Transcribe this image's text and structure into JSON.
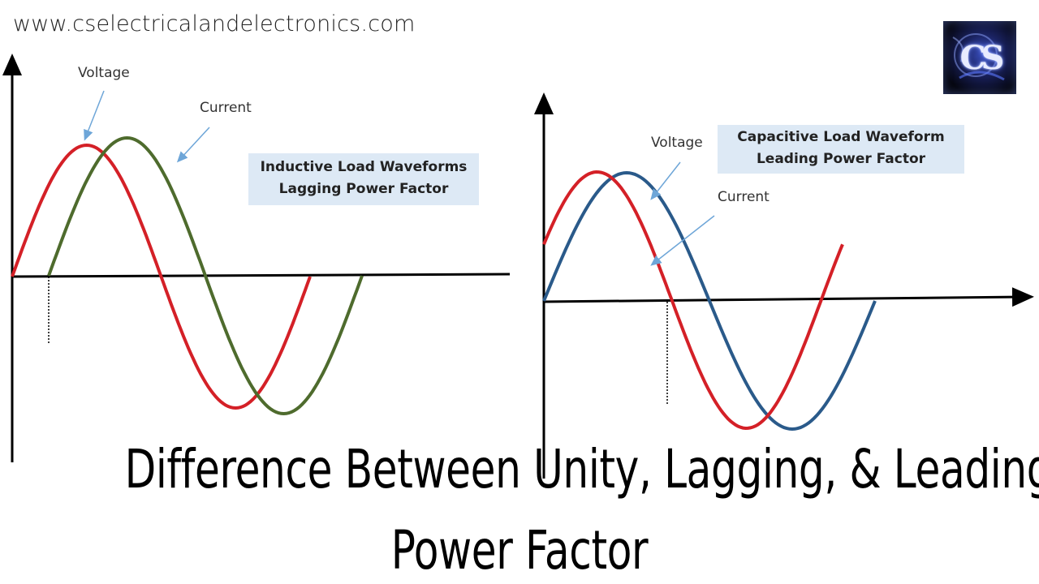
{
  "site": {
    "url": "www.cselectricalandelectronics.com"
  },
  "logo": {
    "text": "CS",
    "icon": "cs-logo-icon"
  },
  "left_diagram": {
    "title_line1": "Inductive Load Waveforms",
    "title_line2": "Lagging Power Factor",
    "voltage_label": "Voltage",
    "current_label": "Current",
    "voltage_color": "#d42027",
    "current_color": "#4e6b2d"
  },
  "right_diagram": {
    "title_line1": "Capacitive Load Waveform",
    "title_line2": "Leading Power Factor",
    "voltage_label": "Voltage",
    "current_label": "Current",
    "voltage_color": "#2a5a8a",
    "current_color": "#d42027"
  },
  "colors": {
    "axis": "#000000",
    "arrow": "#6ea6d8",
    "label_box": "#dde9f5"
  },
  "headline": {
    "line1": "Difference Between Unity, Lagging, & Leading",
    "line2": "Power Factor"
  }
}
